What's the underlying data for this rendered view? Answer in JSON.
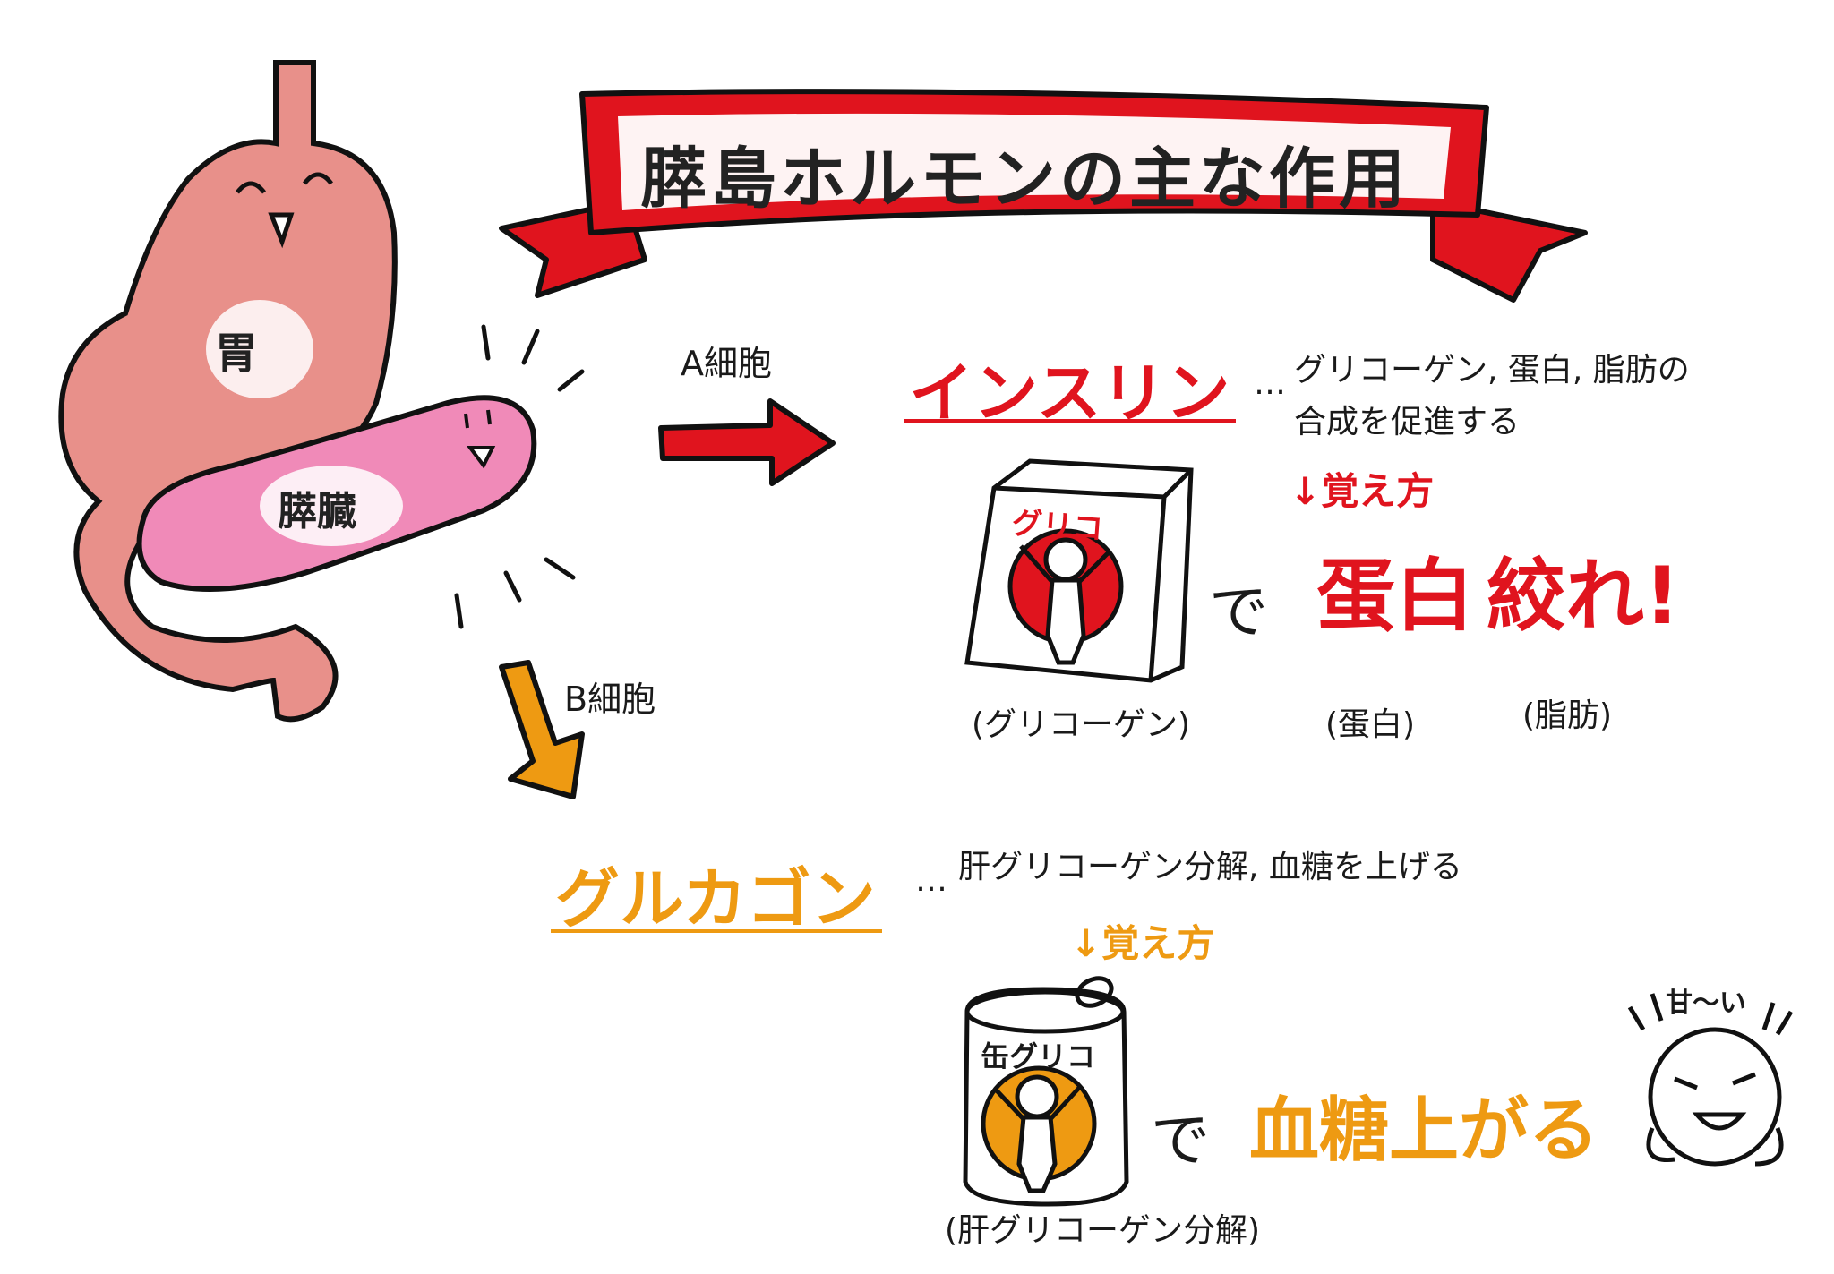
{
  "title": "膵島ホルモンの主な作用",
  "organs": {
    "stomach": "胃",
    "pancreas": "膵臓"
  },
  "a_cell": {
    "label": "A細胞",
    "hormone": "インスリン",
    "ellipsis": "…",
    "description_line1": "グリコーゲン, 蛋白, 脂肪の",
    "description_line2": "合成を促進する",
    "memo_heading": "↓覚え方",
    "box_label": "グリコ",
    "de": "で",
    "phrase_word1": "蛋白",
    "phrase_word2": "絞れ!",
    "glosses": [
      "(グリコーゲン)",
      "(蛋白)",
      "(脂肪)"
    ]
  },
  "b_cell": {
    "label": "B細胞",
    "hormone": "グルカゴン",
    "ellipsis": "…",
    "description": "肝グリコーゲン分解, 血糖を上げる",
    "memo_heading": "↓覚え方",
    "can_label": "缶グリコ",
    "de": "で",
    "phrase": "血糖上がる",
    "gloss": "(肝グリコーゲン分解)",
    "face_exclaim": "甘〜い"
  },
  "colors": {
    "red": "#e0141e",
    "orange": "#ee9a12",
    "stomach": "#e8908a",
    "pancreas": "#f08ab8"
  }
}
